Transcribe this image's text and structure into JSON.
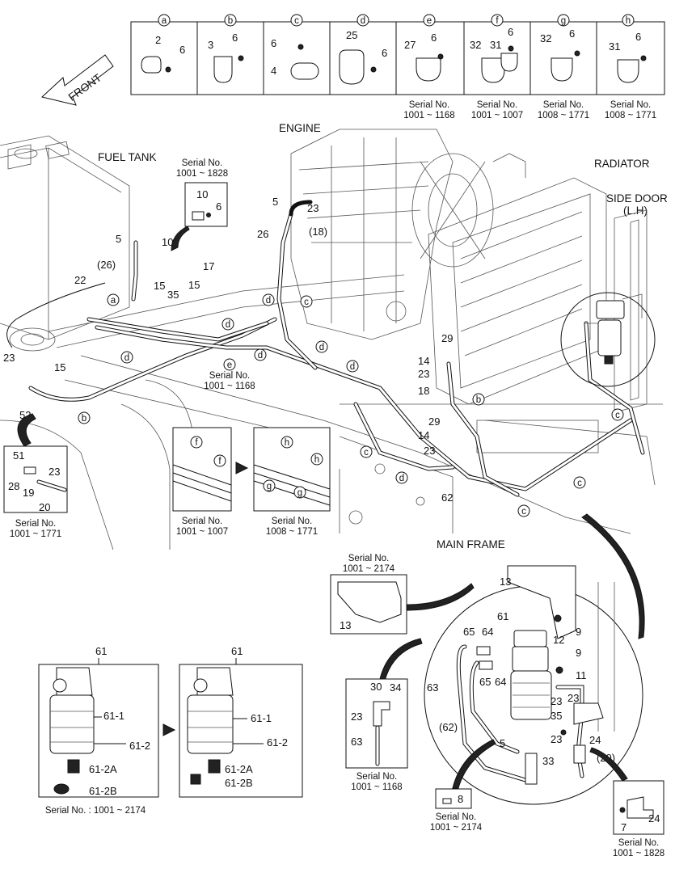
{
  "clamp_legend": [
    {
      "letter": "a",
      "parts": [
        "2",
        "6"
      ],
      "serial_label": "",
      "serial_range": ""
    },
    {
      "letter": "b",
      "parts": [
        "3",
        "6"
      ],
      "serial_label": "",
      "serial_range": ""
    },
    {
      "letter": "c",
      "parts": [
        "6",
        "4"
      ],
      "serial_label": "",
      "serial_range": ""
    },
    {
      "letter": "d",
      "parts": [
        "25",
        "6"
      ],
      "serial_label": "",
      "serial_range": ""
    },
    {
      "letter": "e",
      "parts": [
        "27",
        "6"
      ],
      "serial_label": "Serial No.",
      "serial_range": "1001 ~ 1168"
    },
    {
      "letter": "f",
      "parts": [
        "32",
        "31",
        "6"
      ],
      "serial_label": "Serial No.",
      "serial_range": "1001 ~ 1007"
    },
    {
      "letter": "g",
      "parts": [
        "32",
        "6"
      ],
      "serial_label": "Serial No.",
      "serial_range": "1008 ~ 1771"
    },
    {
      "letter": "h",
      "parts": [
        "31",
        "6"
      ],
      "serial_label": "Serial No.",
      "serial_range": "1008 ~ 1771"
    }
  ],
  "labels": {
    "front": "FRONT",
    "engine": "ENGINE",
    "fuel_tank": "FUEL TANK",
    "radiator": "RADIATOR",
    "side_door": "SIDE DOOR",
    "side_door_lh": "(L.H)",
    "main_frame": "MAIN FRAME"
  },
  "insets": {
    "upper_serial": {
      "label": "Serial No.",
      "range": "1001 ~ 1828",
      "parts": [
        "10",
        "6"
      ]
    },
    "lower_left": {
      "label": "Serial No.",
      "range": "1001 ~ 1771",
      "parts": [
        "51",
        "28",
        "19",
        "23",
        "20"
      ]
    },
    "clamps_f": {
      "label": "Serial No.",
      "range": "1001 ~ 1007"
    },
    "clamps_gh": {
      "label": "Serial No.",
      "range": "1008 ~ 1771"
    },
    "bracket_13": {
      "label": "Serial No.",
      "range": "1001 ~ 2174",
      "part": "13"
    },
    "filter_left": {
      "label": "Serial No. : 1001 ~ 2174",
      "parts": [
        "61",
        "61-1",
        "61-2",
        "61-2A",
        "61-2B"
      ]
    },
    "filter_right": {
      "parts": [
        "61",
        "61-1",
        "61-2",
        "61-2A",
        "61-2B"
      ]
    },
    "fitting_63": {
      "label": "Serial No.",
      "range": "1001 ~ 1168",
      "parts": [
        "30",
        "34",
        "23",
        "63"
      ]
    },
    "bolt_8": {
      "label": "Serial No.",
      "range": "1001 ~ 2174",
      "part": "8"
    },
    "bracket_24": {
      "label": "Serial No.",
      "range": "1001 ~ 1828",
      "parts": [
        "7",
        "24"
      ]
    }
  },
  "main_callouts": {
    "n5a": "5",
    "n26a": "(26)",
    "n10": "10",
    "n17": "17",
    "n15a": "15",
    "n35a": "35",
    "n15b": "15",
    "n22": "22",
    "n23a": "23",
    "n15c": "15",
    "n52": "52",
    "n5b": "5",
    "n23b": "23",
    "n26b": "26",
    "n18a": "(18)",
    "n29a": "29",
    "n14a": "14",
    "n23c": "23",
    "n18b": "18",
    "n29b": "29",
    "n14b": "14",
    "n23d": "23",
    "n62": "62",
    "serial_e": "Serial No.",
    "serial_e_range": "1001 ~ 1168"
  },
  "detail_callouts": {
    "n13": "13",
    "n9a": "9",
    "n12": "12",
    "n61": "61",
    "n65a": "65",
    "n64a": "64",
    "n9b": "9",
    "n11": "11",
    "n63": "63",
    "n65b": "65",
    "n64b": "64",
    "n23a": "23",
    "n23b": "23",
    "n35": "35",
    "n23c": "23",
    "n24": "24",
    "n62p": "(62)",
    "n5": "5",
    "n33": "33",
    "n20p": "(20)"
  },
  "letters": {
    "a": "a",
    "b": "b",
    "c": "c",
    "d": "d",
    "e": "e",
    "f": "f",
    "g": "g",
    "h": "h"
  }
}
